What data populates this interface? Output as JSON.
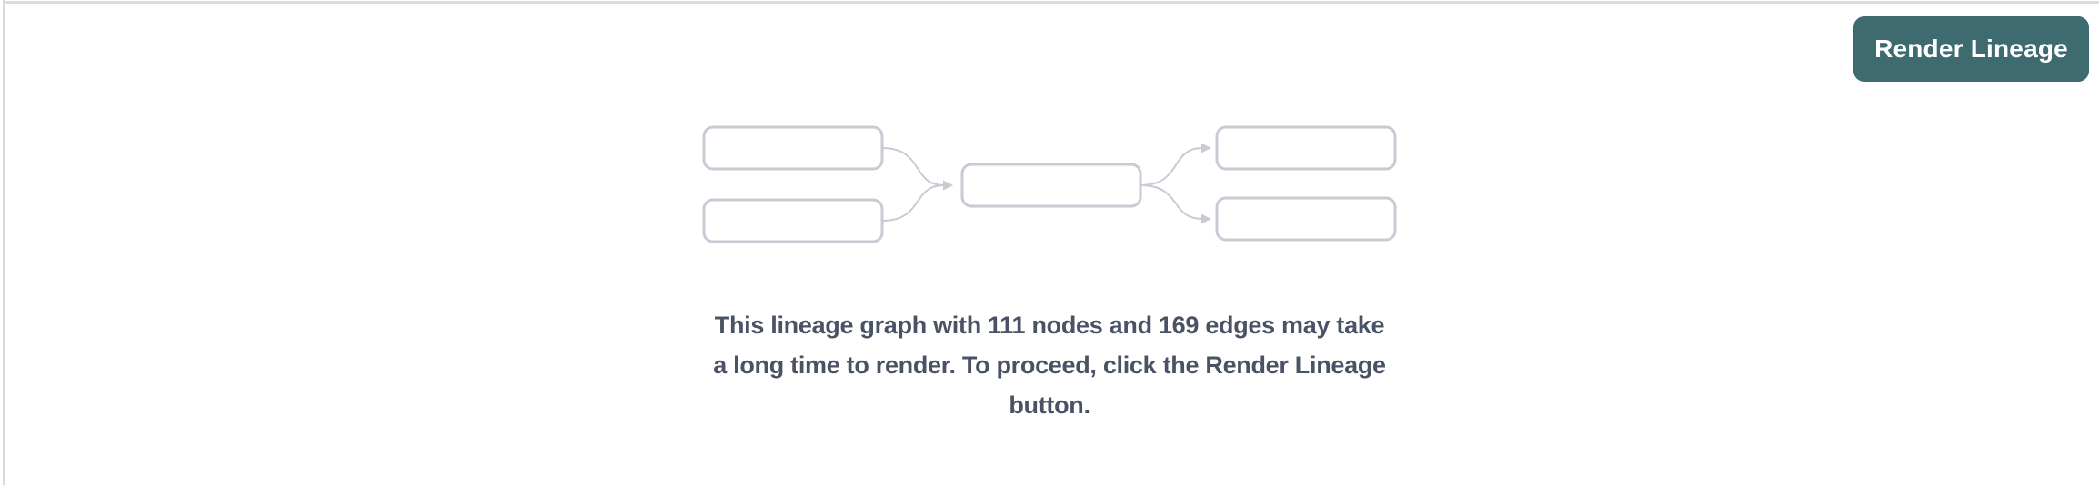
{
  "toolbar": {
    "render_button_label": "Render Lineage"
  },
  "placeholder_graphic": {
    "name": "lineage-graph-placeholder-icon",
    "node_boxes": 5,
    "edge_arrows": 4
  },
  "notice": {
    "full_text": "This lineage graph with 111 nodes and 169 edges may take a long time to render. To proceed, click the Render Lineage button.",
    "lines": [
      "This lineage graph with 111 nodes and 169 edges may take",
      "a long time to render. To proceed, click the Render Lineage",
      "button."
    ],
    "nodes_count": "111",
    "edges_count": "169"
  },
  "colors": {
    "accent_teal": "#3E6B70",
    "button_text": "#FFFFFF",
    "placeholder_border": "#C7CBD3",
    "placeholder_edge": "#C7CBD3",
    "notice_text": "#4A5365",
    "divider": "#DCDDE1"
  }
}
